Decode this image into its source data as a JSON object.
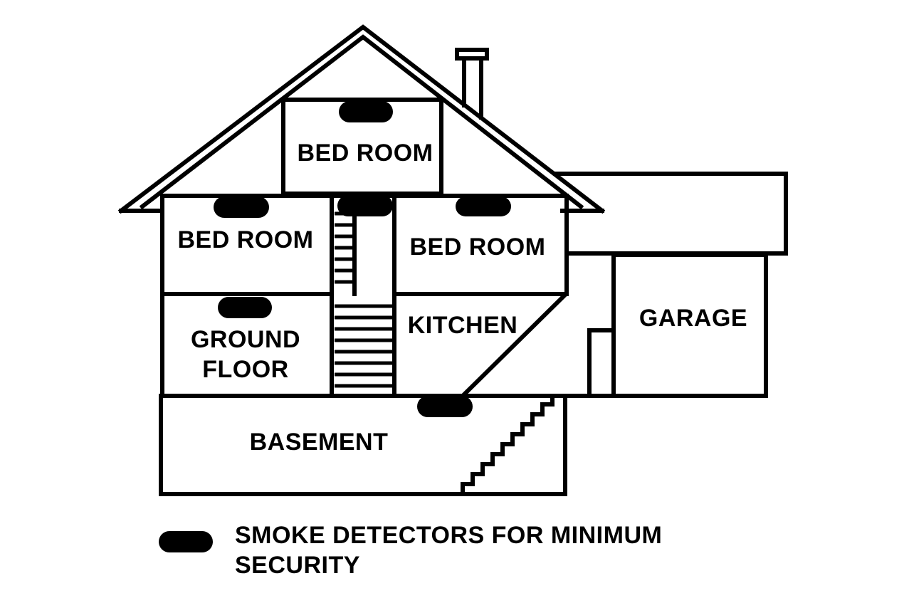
{
  "rooms": {
    "top_bedroom": "BED ROOM",
    "left_bedroom": "BED ROOM",
    "right_bedroom": "BED ROOM",
    "ground_floor_line1": "GROUND",
    "ground_floor_line2": "FLOOR",
    "kitchen": "KITCHEN",
    "garage": "GARAGE",
    "basement": "BASEMENT"
  },
  "legend": {
    "text": "SMOKE DETECTORS FOR MINIMUM SECURITY",
    "marker": "smoke-detector-icon"
  },
  "colors": {
    "ink": "#000000",
    "background": "#ffffff"
  }
}
